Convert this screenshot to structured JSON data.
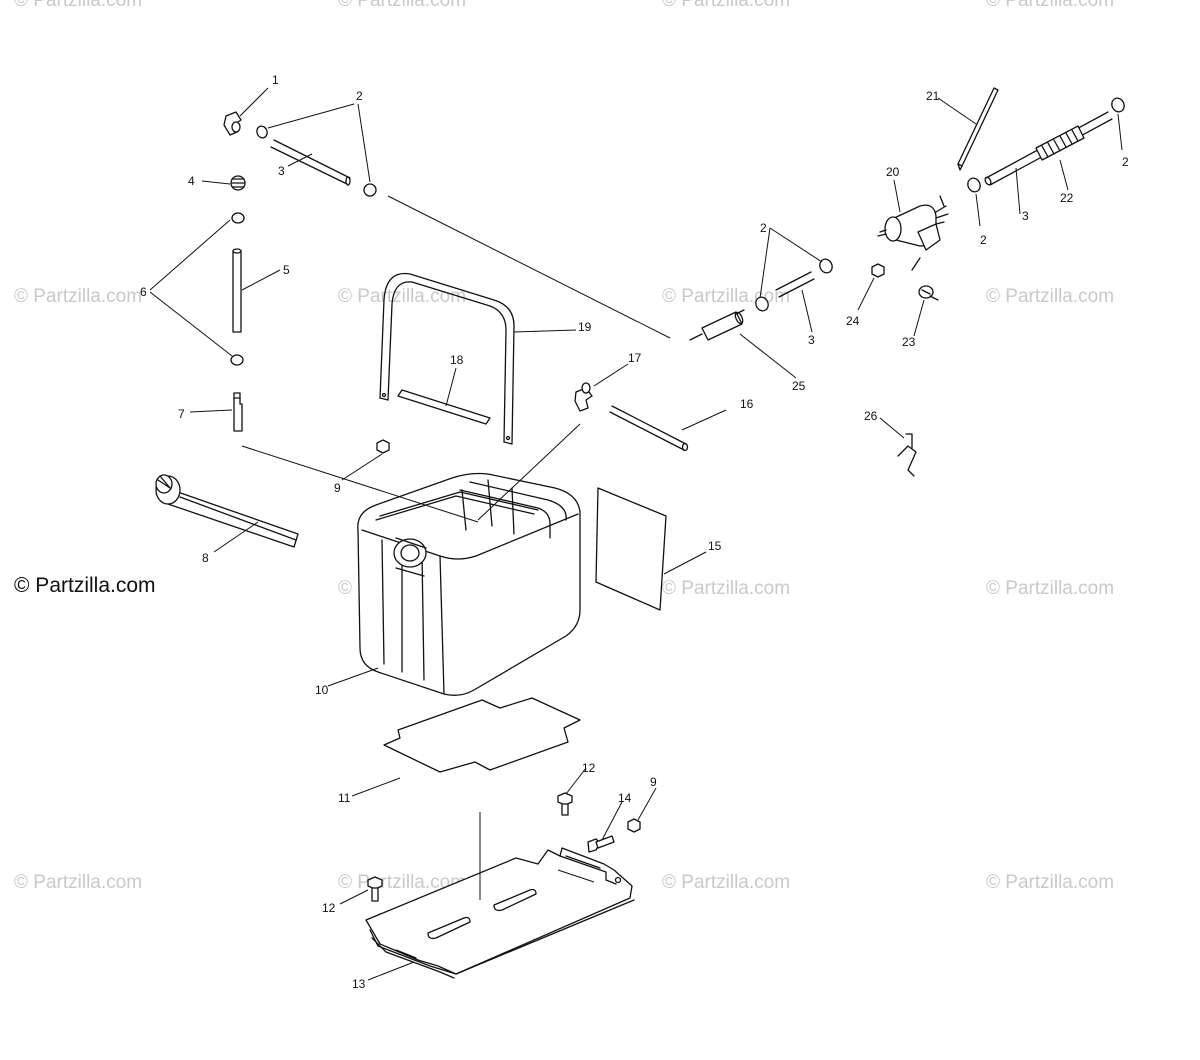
{
  "watermark": {
    "text": "© Partzilla.com",
    "color": "#c9c9c9"
  },
  "primary_watermark": "© Partzilla.com",
  "callouts": {
    "c1": "1",
    "c2": "2",
    "c3": "3",
    "c4": "4",
    "c5": "5",
    "c6": "6",
    "c7": "7",
    "c8": "8",
    "c9": "9",
    "c10": "10",
    "c11": "11",
    "c12": "12",
    "c13": "13",
    "c14": "14",
    "c15": "15",
    "c16": "16",
    "c17": "17",
    "c18": "18",
    "c19": "19",
    "c20": "20",
    "c21": "21",
    "c22": "22",
    "c23": "23",
    "c24": "24",
    "c25": "25",
    "c26": "26"
  }
}
